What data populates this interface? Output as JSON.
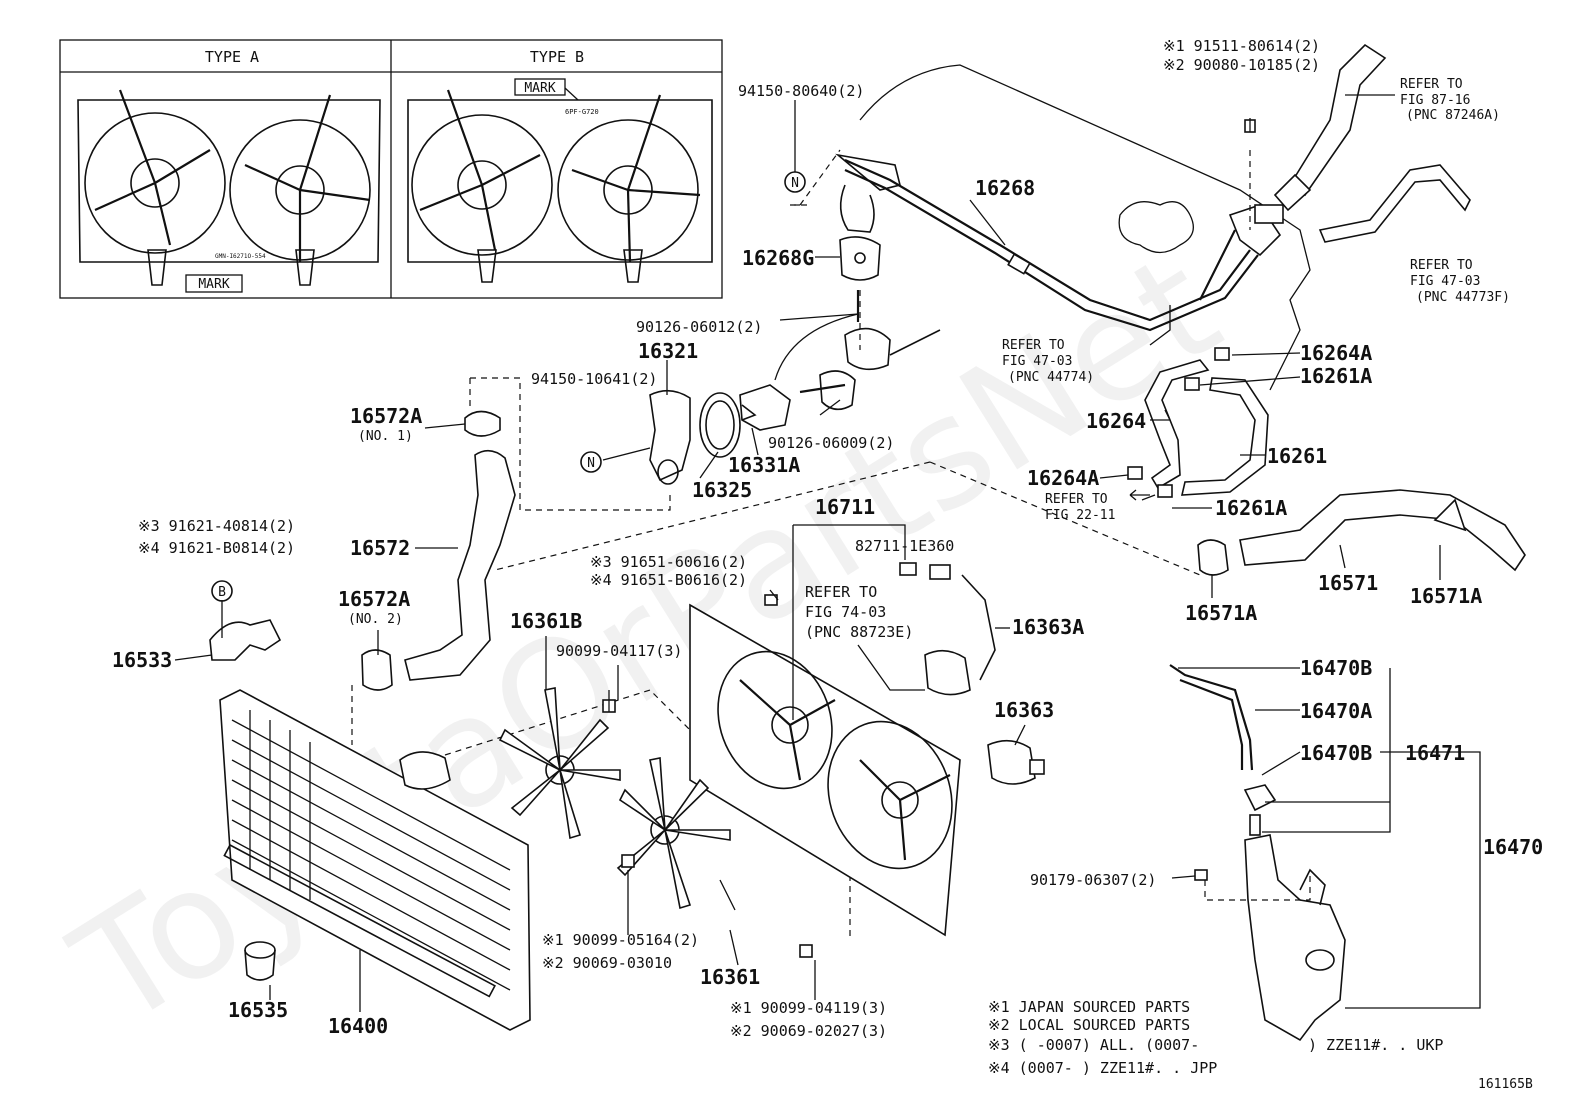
{
  "diagram": {
    "figure_id": "161165B",
    "watermark": "ToyotaOrPartsNet",
    "inset": {
      "type_a_title": "TYPE A",
      "type_b_title": "TYPE B",
      "mark_label": "MARK",
      "type_a_code": "GMN-I6271O-554",
      "type_b_code": "6PF-G720"
    },
    "callouts": {
      "p94150_80640": "94150-80640(2)",
      "n1": "N",
      "n2": "N",
      "b1": "B",
      "p16268": "16268",
      "p16268G": "16268G",
      "p90126_06012": "90126-06012(2)",
      "p16321": "16321",
      "p94150_10641": "94150-10641(2)",
      "p16572A_1": "16572A",
      "p16572A_1_sub": "(NO. 1)",
      "p16325": "16325",
      "p16331A": "16331A",
      "p90126_06009": "90126-06009(2)",
      "p91511_line1": "※1 91511-80614(2)",
      "p91511_line2": "※2 90080-10185(2)",
      "ref87_1": "REFER TO",
      "ref87_2": "FIG 87-16",
      "ref87_3": "(PNC 87246A)",
      "ref47a_1": "REFER TO",
      "ref47a_2": "FIG 47-03",
      "ref47a_3": "(PNC 44773F)",
      "ref47b_1": "REFER TO",
      "ref47b_2": "FIG 47-03",
      "ref47b_3": "(PNC 44774)",
      "p16264A_top": "16264A",
      "p16261A_top": "16261A",
      "p16264": "16264",
      "p16261": "16261",
      "p16264A_bot": "16264A",
      "ref22_1": "REFER TO",
      "ref22_2": "FIG 22-11",
      "p16261A_bot": "16261A",
      "p16711": "16711",
      "p82711": "82711-1E360",
      "p16572": "16572",
      "p91621_line1": "※3 91621-40814(2)",
      "p91621_line2": "※4 91621-B0814(2)",
      "p91651_line1": "※3 91651-60616(2)",
      "p91651_line2": "※4 91651-B0616(2)",
      "ref74_1": "REFER TO",
      "ref74_2": "FIG 74-03",
      "ref74_3": "(PNC 88723E)",
      "p16363A": "16363A",
      "p16571": "16571",
      "p16571A_left": "16571A",
      "p16571A_right": "16571A",
      "p16572A_2": "16572A",
      "p16572A_2_sub": "(NO. 2)",
      "p16361B": "16361B",
      "p90099_04117": "90099-04117(3)",
      "p16533": "16533",
      "p16363": "16363",
      "p16470B_top": "16470B",
      "p16470A": "16470A",
      "p16470B_mid": "16470B",
      "p16471": "16471",
      "p16470": "16470",
      "p90179": "90179-06307(2)",
      "p90099_05164_line1": "※1 90099-05164(2)",
      "p90099_05164_line2": "※2 90069-03010",
      "p16361": "16361",
      "p16535": "16535",
      "p16400": "16400",
      "p90099_04119_line1": "※1 90099-04119(3)",
      "p90099_04119_line2": "※2 90069-02027(3)"
    },
    "notes": [
      "※1 JAPAN SOURCED PARTS",
      "※2 LOCAL SOURCED PARTS",
      "※3 (      -0007) ALL. (0007-",
      "※4 (0007-      ) ZZE11#. . JPP"
    ],
    "note3_tail": ") ZZE11#. . UKP"
  }
}
